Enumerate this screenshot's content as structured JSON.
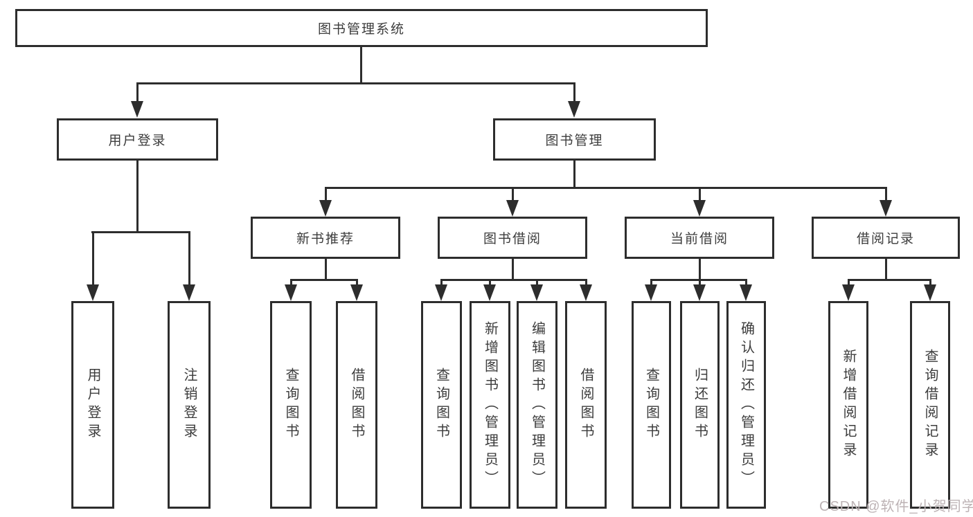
{
  "tree": {
    "label": "图书管理系统",
    "children": [
      {
        "label": "用户登录",
        "children": [
          {
            "label": "用户登录"
          },
          {
            "label": "注销登录"
          }
        ]
      },
      {
        "label": "图书管理",
        "children": [
          {
            "label": "新书推荐",
            "children": [
              {
                "label": "查询图书"
              },
              {
                "label": "借阅图书"
              }
            ]
          },
          {
            "label": "图书借阅",
            "children": [
              {
                "label": "查询图书"
              },
              {
                "label": "新增图书（管理员）"
              },
              {
                "label": "编辑图书（管理员）"
              },
              {
                "label": "借阅图书"
              }
            ]
          },
          {
            "label": "当前借阅",
            "children": [
              {
                "label": "查询图书"
              },
              {
                "label": "归还图书"
              },
              {
                "label": "确认归还（管理员）"
              }
            ]
          },
          {
            "label": "借阅记录",
            "children": [
              {
                "label": "新增借阅记录"
              },
              {
                "label": "查询借阅记录"
              }
            ]
          }
        ]
      }
    ]
  },
  "watermark": {
    "text": "CSDN @软件_小贺同学"
  },
  "colors": {
    "line": "#2d2d2d",
    "box_border": "#2d2d2d",
    "text": "#3c3c3c",
    "background": "#ffffff",
    "watermark": "#bdb3b5"
  }
}
